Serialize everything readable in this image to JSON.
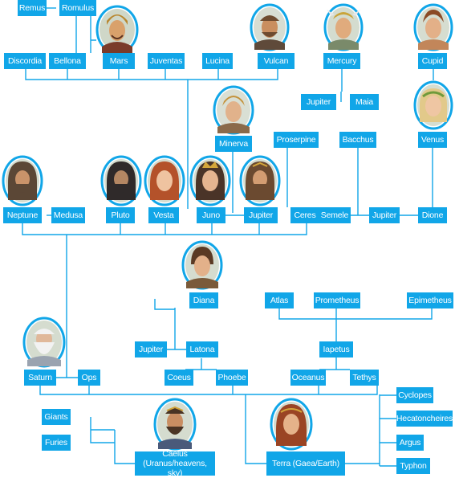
{
  "figures": {
    "remus": "Remus",
    "romulus": "Romulus",
    "discordia": "Discordia",
    "bellona": "Bellona",
    "mars": "Mars",
    "juventas": "Juventas",
    "lucina": "Lucina",
    "vulcan": "Vulcan",
    "mercury": "Mercury",
    "cupid": "Cupid",
    "jupiter_maia": "Jupiter",
    "maia": "Maia",
    "minerva": "Minerva",
    "proserpine": "Proserpine",
    "bacchus": "Bacchus",
    "venus": "Venus",
    "neptune": "Neptune",
    "medusa": "Medusa",
    "pluto": "Pluto",
    "vesta": "Vesta",
    "juno": "Juno",
    "jupiter_main": "Jupiter",
    "ceres": "Ceres",
    "semele": "Semele",
    "jupiter_semele": "Jupiter",
    "dione": "Dione",
    "diana": "Diana",
    "atlas": "Atlas",
    "prometheus": "Prometheus",
    "epimetheus": "Epimetheus",
    "jupiter_latona": "Jupiter",
    "latona": "Latona",
    "iapetus": "Iapetus",
    "coeus": "Coeus",
    "phoebe": "Phoebe",
    "oceanus": "Oceanus",
    "tethys": "Tethys",
    "saturn": "Saturn",
    "ops": "Ops",
    "cyclopes": "Cyclopes",
    "hecatoncheires": "Hecatoncheires",
    "argus": "Argus",
    "typhon": "Typhon",
    "giants": "Giants",
    "furies": "Furies",
    "caelus": "Caelus (Uranus/heavens, sky)",
    "terra": "Terra (Gaea/Earth)"
  },
  "colors": {
    "label_bg": "#11a6e8",
    "label_text": "#ffffff",
    "connector": "#11a6e8",
    "portrait_ring": "#11a6e8"
  },
  "portraits": [
    {
      "name": "mars-portrait",
      "icon": "helmeted-warrior"
    },
    {
      "name": "vulcan-portrait",
      "icon": "bearded-smith"
    },
    {
      "name": "mercury-portrait",
      "icon": "winged-helmet-youth"
    },
    {
      "name": "cupid-portrait",
      "icon": "curly-haired-youth"
    },
    {
      "name": "minerva-portrait",
      "icon": "helmeted-goddess"
    },
    {
      "name": "venus-portrait",
      "icon": "wreathed-goddess"
    },
    {
      "name": "neptune-portrait",
      "icon": "long-haired-bearded-god"
    },
    {
      "name": "pluto-portrait",
      "icon": "dark-bearded-god"
    },
    {
      "name": "vesta-portrait",
      "icon": "red-haired-goddess"
    },
    {
      "name": "juno-portrait",
      "icon": "crowned-goddess"
    },
    {
      "name": "jupiter-portrait",
      "icon": "bearded-king"
    },
    {
      "name": "diana-portrait",
      "icon": "huntress"
    },
    {
      "name": "saturn-portrait",
      "icon": "white-bearded-elder"
    },
    {
      "name": "caelus-portrait",
      "icon": "bearded-sky-god"
    },
    {
      "name": "terra-portrait",
      "icon": "earth-goddess"
    }
  ]
}
